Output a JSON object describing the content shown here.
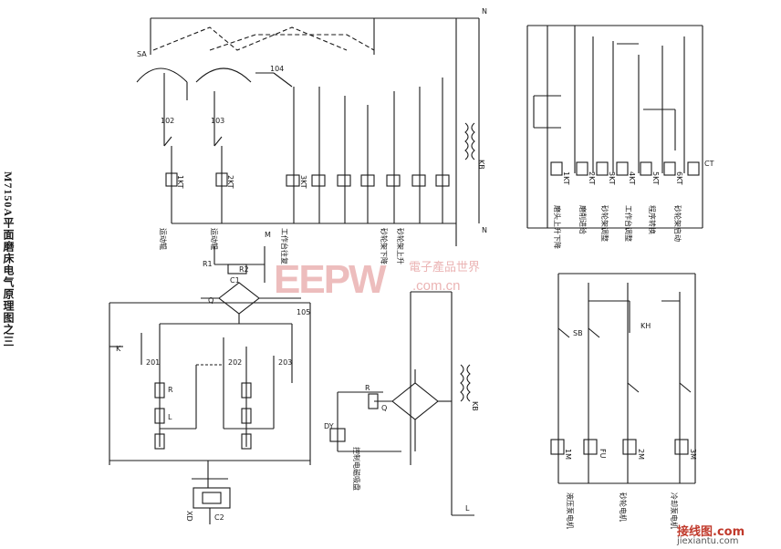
{
  "title": "M7150A平面磨床电气原理图之三",
  "watermark": {
    "logo": "EEPW",
    "sub": "電子產品世界",
    "url": ".com.cn"
  },
  "corner": {
    "logo": "接线图.com",
    "url": "jiexiantu.com"
  },
  "left_diagram": {
    "captions": [
      "运动辊",
      "运动辊",
      "工作台往复",
      "砂轮架下降",
      "砂轮架上升"
    ],
    "labels": {
      "kb": "KB",
      "m": "M",
      "q": "Q",
      "xd": "XD",
      "r1": "R1",
      "r2": "R2",
      "c1": "C1",
      "c2": "C2",
      "rel1": "1KT",
      "rel2": "2KT",
      "rel3": "3KT",
      "n1": "N",
      "n2": "N",
      "sa": "SA",
      "r": "R",
      "l": "L",
      "k": "K",
      "w102": "102",
      "w103": "103",
      "w104": "104",
      "w105": "105",
      "w201": "201",
      "w202": "202",
      "w203": "203"
    }
  },
  "bottom_center": {
    "caption": "控制电磁吸盘",
    "labels": {
      "dy": "DY",
      "q": "Q",
      "r": "R",
      "kb": "KB",
      "l": "L"
    }
  },
  "right_top": {
    "captions": [
      "磨头上升下降",
      "磨削进给",
      "砂轮架调整",
      "工作台调整",
      "程序转换",
      "砂轮架启动"
    ],
    "labels": {
      "ct": "CT",
      "rel1": "1KT",
      "rel2": "2KT",
      "rel3": "3KT",
      "rel4": "4KT",
      "rel5": "5KT",
      "rel6": "6KT"
    }
  },
  "right_bottom": {
    "captions": [
      "液压泵电机",
      "砂轮电机",
      "冷却泵电机"
    ],
    "labels": {
      "m1": "1M",
      "m2": "2M",
      "m3": "3M",
      "fu": "FU",
      "sb": "SB",
      "kh": "KH"
    }
  }
}
